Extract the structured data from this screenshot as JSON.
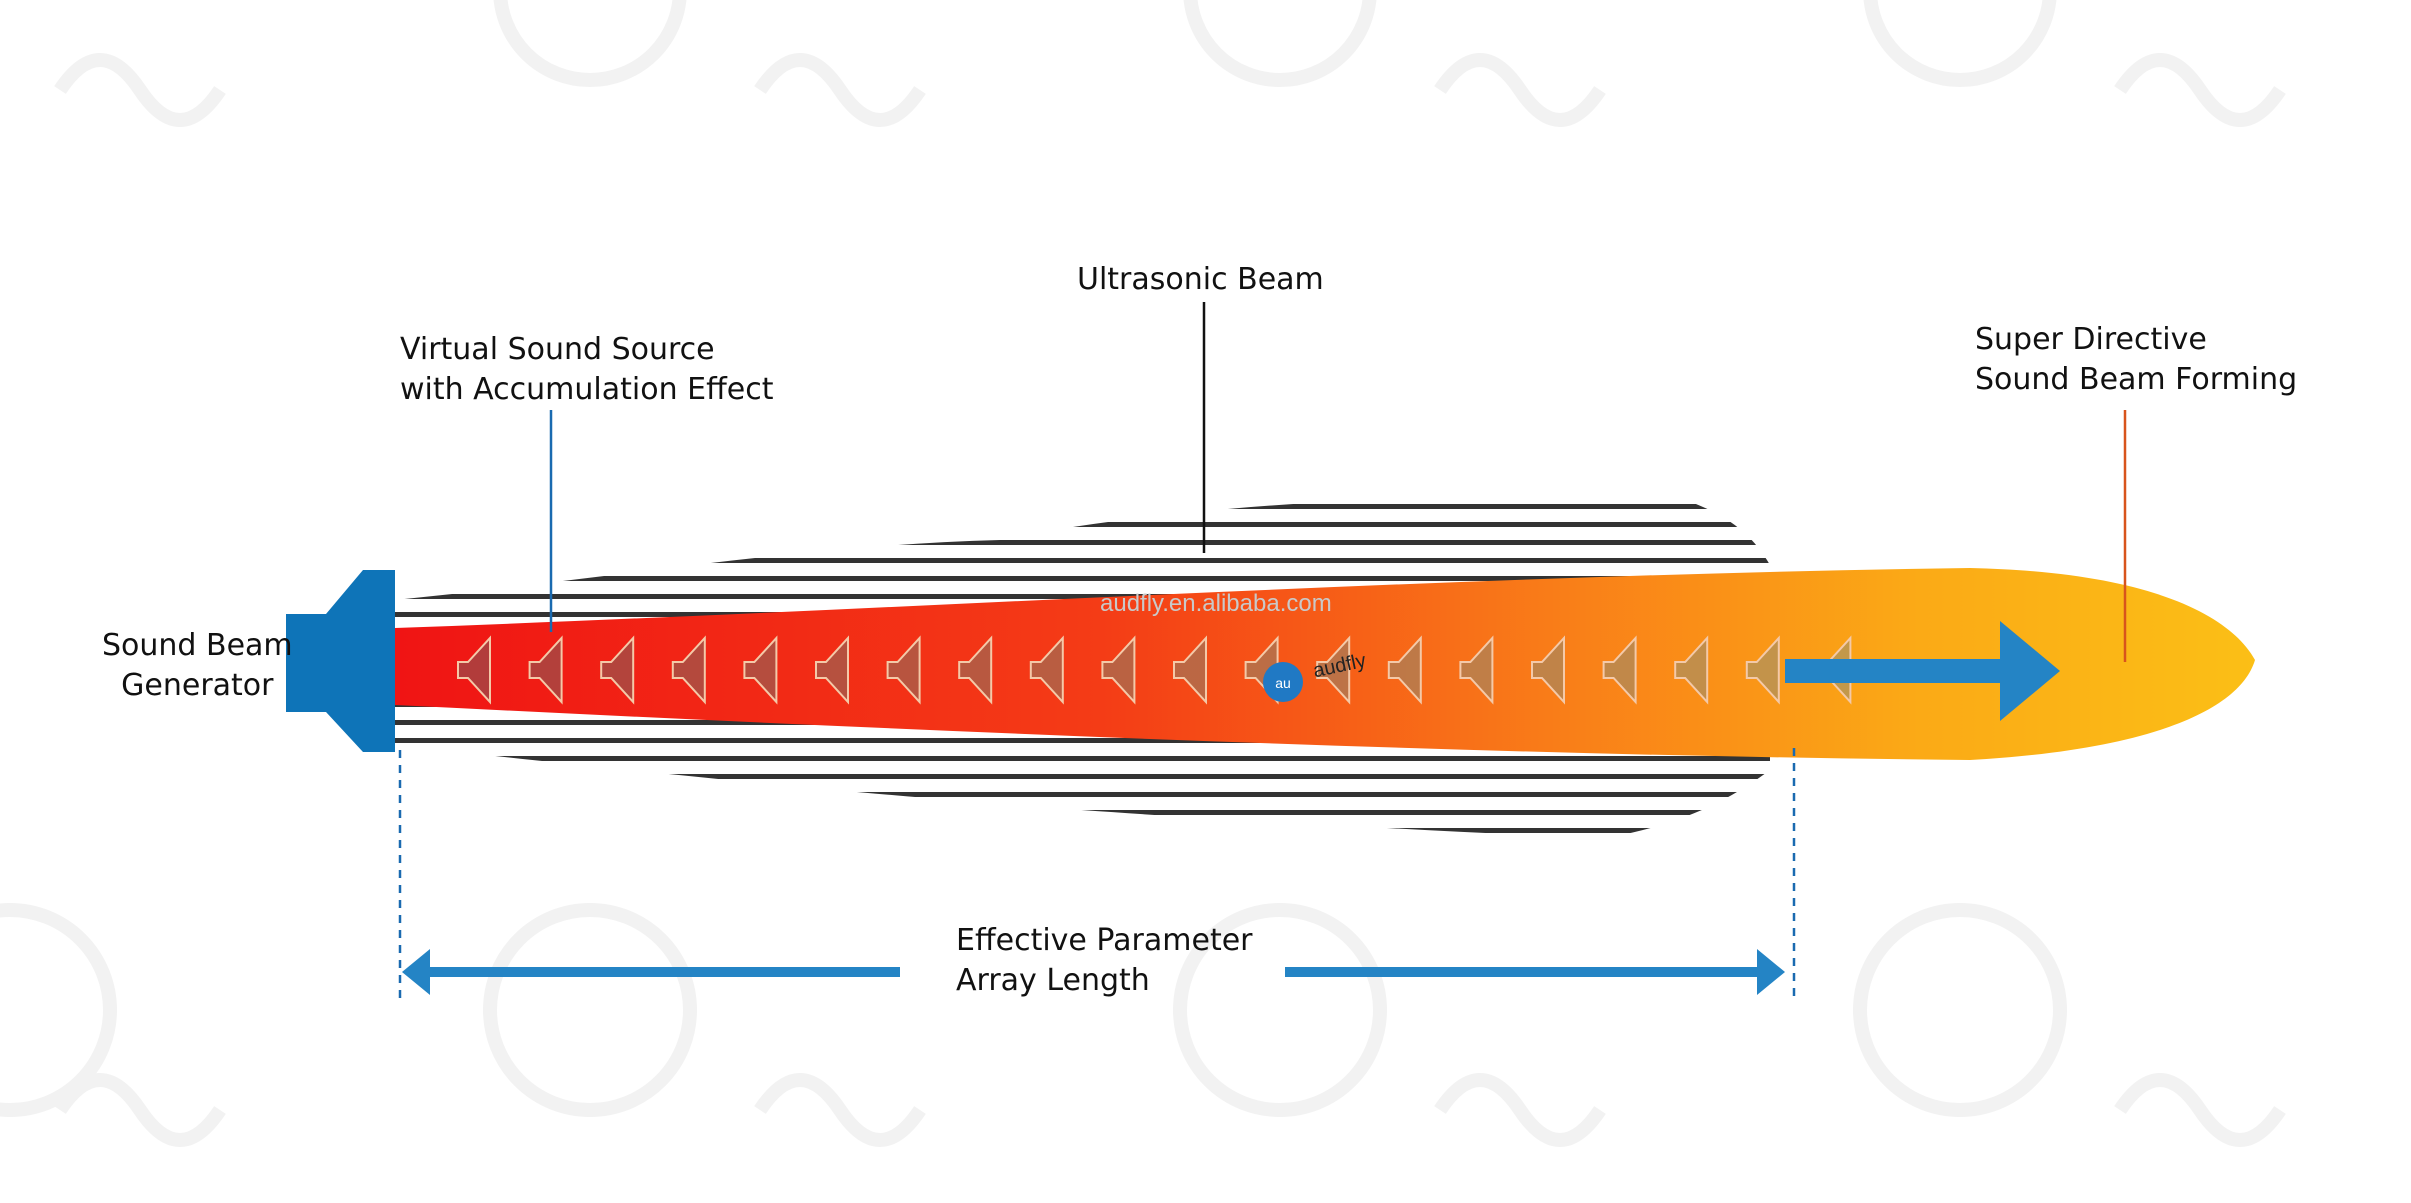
{
  "labels": {
    "ultrasonic_beam": "Ultrasonic Beam",
    "virtual_source": [
      "Virtual Sound Source",
      "with Accumulation Effect"
    ],
    "super_directive": [
      "Super Directive",
      "Sound Beam Forming"
    ],
    "generator": [
      "Sound Beam",
      "Generator"
    ],
    "array_length": [
      "Effective Parameter",
      "Array Length"
    ]
  },
  "watermark": {
    "url": "audfly.en.alibaba.com",
    "logo": "audfly"
  },
  "colors": {
    "beam_start": "#f01414",
    "beam_mid": "#f97c18",
    "beam_end": "#fbbf16",
    "arrow_blue": "#2484c5",
    "generator_blue": "#0e74b8",
    "ultrasonic_lines": "#333333",
    "leader_orange": "#d8541c"
  },
  "icons": {
    "virtual_source": "speaker-icon",
    "generator": "speaker-cone-icon",
    "direction": "arrow-right-icon"
  }
}
